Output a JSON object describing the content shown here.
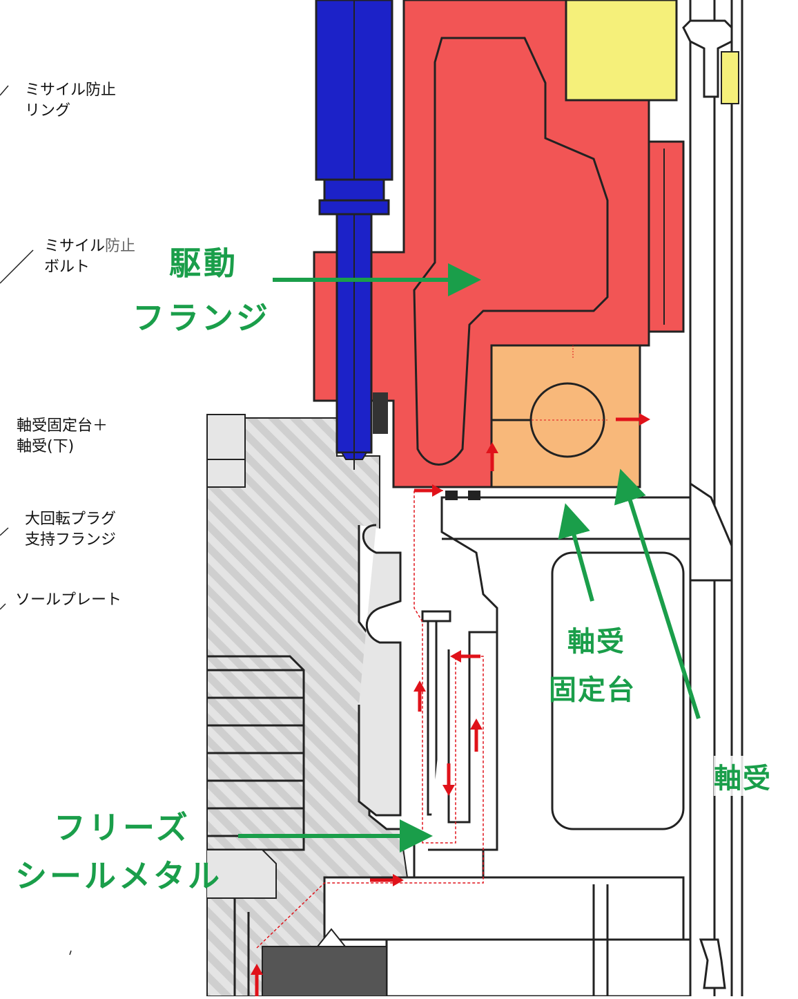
{
  "left_labels": {
    "missile_ring": {
      "line1": "ミサイル防止",
      "line2": "リング"
    },
    "missile_bolt": {
      "line1a": "ミサイル",
      "line1b": "防止",
      "line2": "ボルト"
    },
    "bearing_base": {
      "line1": "軸受固定台＋",
      "line2": "軸受(下)"
    },
    "rotating_plug": {
      "line1": "大回転プラグ",
      "line2": "支持フランジ"
    },
    "sole_plate": {
      "line1": "ソールプレート"
    }
  },
  "callouts": {
    "drive_flange": {
      "line1": "駆動",
      "line2": "フランジ"
    },
    "freeze_seal": {
      "line1": "フリーズ",
      "line2": "シールメタル"
    },
    "bearing_support": {
      "line1": "軸受",
      "line2": "固定台"
    },
    "bearing": {
      "line1": "軸受"
    }
  },
  "colors": {
    "drive_flange": "#f25555",
    "bolt": "#1c22c8",
    "bearing_block": "#f8b87a",
    "yellow_part": "#f5f07a",
    "structure_gray": "#d8d8d8",
    "callout_green": "#1a9e4a",
    "flow_arrow_red": "#e0121a"
  }
}
